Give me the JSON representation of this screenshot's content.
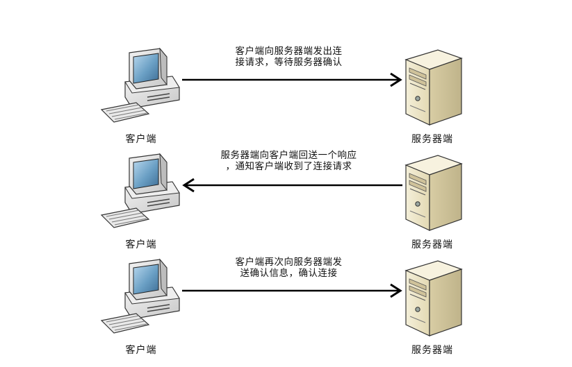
{
  "steps": [
    {
      "client_label": "客户端",
      "server_label": "服务器端",
      "message_lines": [
        "客户端向服务器端发出连",
        "接请求，等待服务器确认"
      ],
      "direction": "client-to-server"
    },
    {
      "client_label": "客户端",
      "server_label": "服务器端",
      "message_lines": [
        "服务器端向客户端回送一个响应",
        "，通知客户端收到了连接请求"
      ],
      "direction": "server-to-client"
    },
    {
      "client_label": "客户端",
      "server_label": "服务器端",
      "message_lines": [
        "客户端再次向服务器端发",
        "送确认信息，确认连接"
      ],
      "direction": "client-to-server"
    }
  ],
  "icons": {
    "client": "desktop-computer-icon",
    "server": "server-tower-icon"
  },
  "colors": {
    "arrow": "#000000",
    "server_body": "#efe7c8",
    "monitor_body": "#e4e4e4",
    "screen": "#5a90b8"
  }
}
